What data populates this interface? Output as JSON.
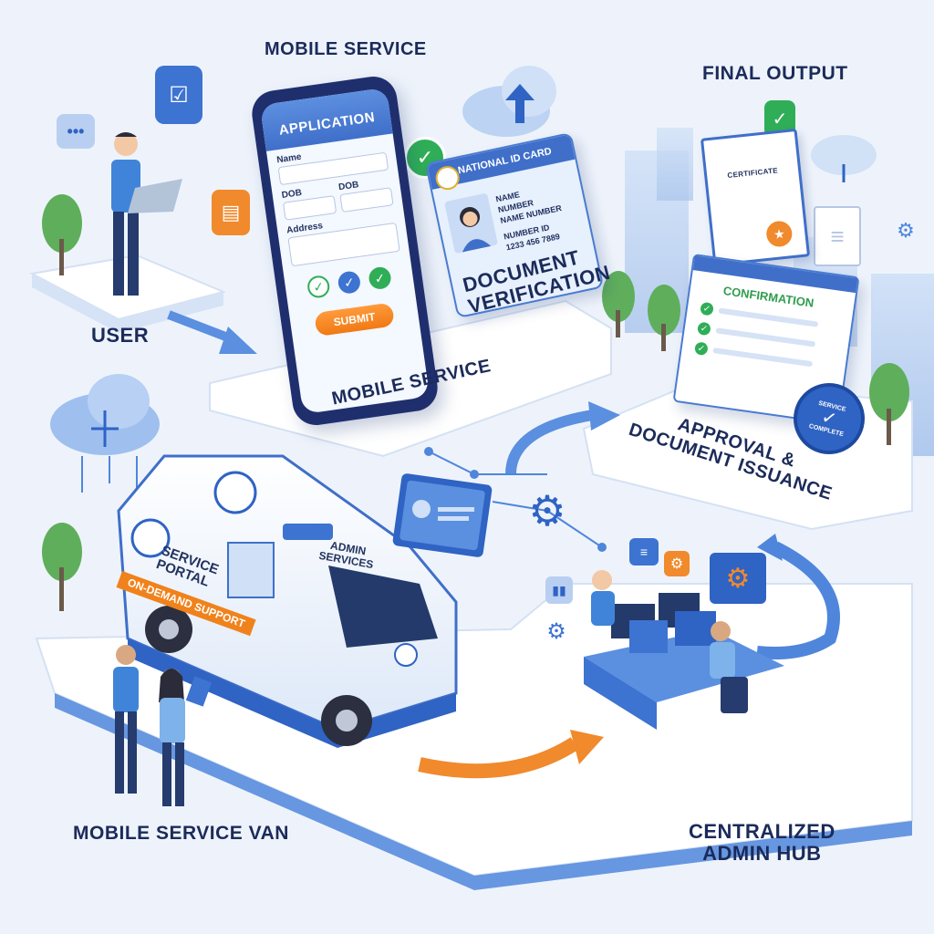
{
  "labels": {
    "user": "USER",
    "mobile_service_top": "MOBILE SERVICE",
    "final_output": "FINAL OUTPUT",
    "document_verification": "DOCUMENT\nVERIFICATION",
    "mobile_service_mid": "MOBILE SERVICE",
    "approval": "APPROVAL &\nDOCUMENT ISSUANCE",
    "mobile_service_van": "MOBILE SERVICE VAN",
    "centralized_admin_hub": "CENTRALIZED\nADMIN HUB"
  },
  "phone_form": {
    "title": "APPLICATION",
    "name_label": "Name",
    "dob_label_1": "DOB",
    "dob_label_2": "DOB",
    "address_label": "Address",
    "submit_label": "SUBMIT"
  },
  "id_card": {
    "title": "NATIONAL ID CARD",
    "field_1": "NAME",
    "field_2": "NUMBER",
    "field_3": "NAME NUMBER",
    "field_4": "NUMBER ID",
    "field_5": "1233 456 7889"
  },
  "confirmation": {
    "title": "CONFIRMATION"
  },
  "certificate": {
    "title": "CERTIFICATE"
  },
  "badge": {
    "line_1": "SERVICE",
    "line_2": "COMPLETE"
  },
  "van": {
    "portal_text": "SERVICE\nPORTAL",
    "admin_text": "ADMIN\nSERVICES",
    "support_text": "ON-DEMAND SUPPORT"
  },
  "colors": {
    "accent_blue": "#3f6fc9",
    "dark_navy": "#1b2b5a",
    "orange": "#f07a14",
    "green": "#2fae57",
    "platform": "#ffffff",
    "background": "#eef3fb"
  }
}
